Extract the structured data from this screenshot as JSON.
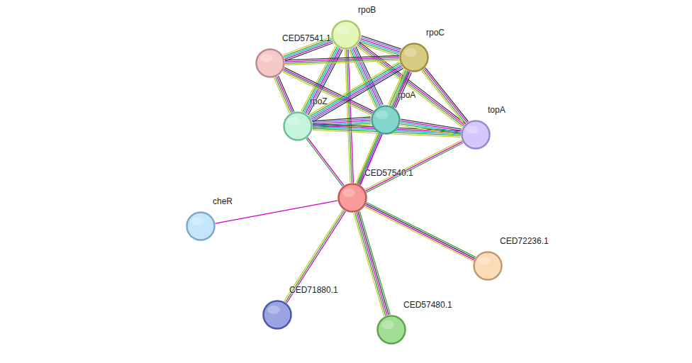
{
  "diagram": {
    "nodes": [
      {
        "text": [
          "rpoB"
        ]
      },
      {
        "text": [
          "CED57541.1"
        ]
      },
      {
        "text": [
          "rpoC"
        ]
      },
      {
        "text": [
          "rpoZ"
        ]
      },
      {
        "text": [
          "rpoA"
        ]
      },
      {
        "text": [
          "topA"
        ]
      },
      {
        "text": [
          "CED57540.1"
        ]
      },
      {
        "text": [
          "cheR"
        ]
      },
      {
        "text": [
          "CED72236.1"
        ]
      },
      {
        "text": [
          "CED71880.1"
        ]
      },
      {
        "text": [
          "CED57480.1"
        ]
      }
    ],
    "edges": [
      {
        "from": 0,
        "to": 1,
        "arrow": "none"
      },
      {
        "from": 0,
        "to": 2,
        "arrow": "none"
      },
      {
        "from": 0,
        "to": 3,
        "arrow": "none"
      },
      {
        "from": 0,
        "to": 4,
        "arrow": "none"
      },
      {
        "from": 0,
        "to": 5,
        "arrow": "none"
      },
      {
        "from": 0,
        "to": 6,
        "arrow": "none"
      },
      {
        "from": 1,
        "to": 2,
        "arrow": "none"
      },
      {
        "from": 1,
        "to": 3,
        "arrow": "none"
      },
      {
        "from": 1,
        "to": 4,
        "arrow": "none"
      },
      {
        "from": 2,
        "to": 3,
        "arrow": "none"
      },
      {
        "from": 2,
        "to": 4,
        "arrow": "none"
      },
      {
        "from": 2,
        "to": 5,
        "arrow": "none"
      },
      {
        "from": 2,
        "to": 6,
        "arrow": "none"
      },
      {
        "from": 3,
        "to": 4,
        "arrow": "none"
      },
      {
        "from": 3,
        "to": 5,
        "arrow": "none"
      },
      {
        "from": 3,
        "to": 6,
        "arrow": "none"
      },
      {
        "from": 4,
        "to": 5,
        "arrow": "none"
      },
      {
        "from": 4,
        "to": 6,
        "arrow": "none"
      },
      {
        "from": 5,
        "to": 6,
        "arrow": "none"
      },
      {
        "from": 6,
        "to": 7,
        "arrow": "none"
      },
      {
        "from": 6,
        "to": 8,
        "arrow": "none"
      },
      {
        "from": 6,
        "to": 9,
        "arrow": "none"
      },
      {
        "from": 6,
        "to": 10,
        "arrow": "none"
      }
    ]
  }
}
